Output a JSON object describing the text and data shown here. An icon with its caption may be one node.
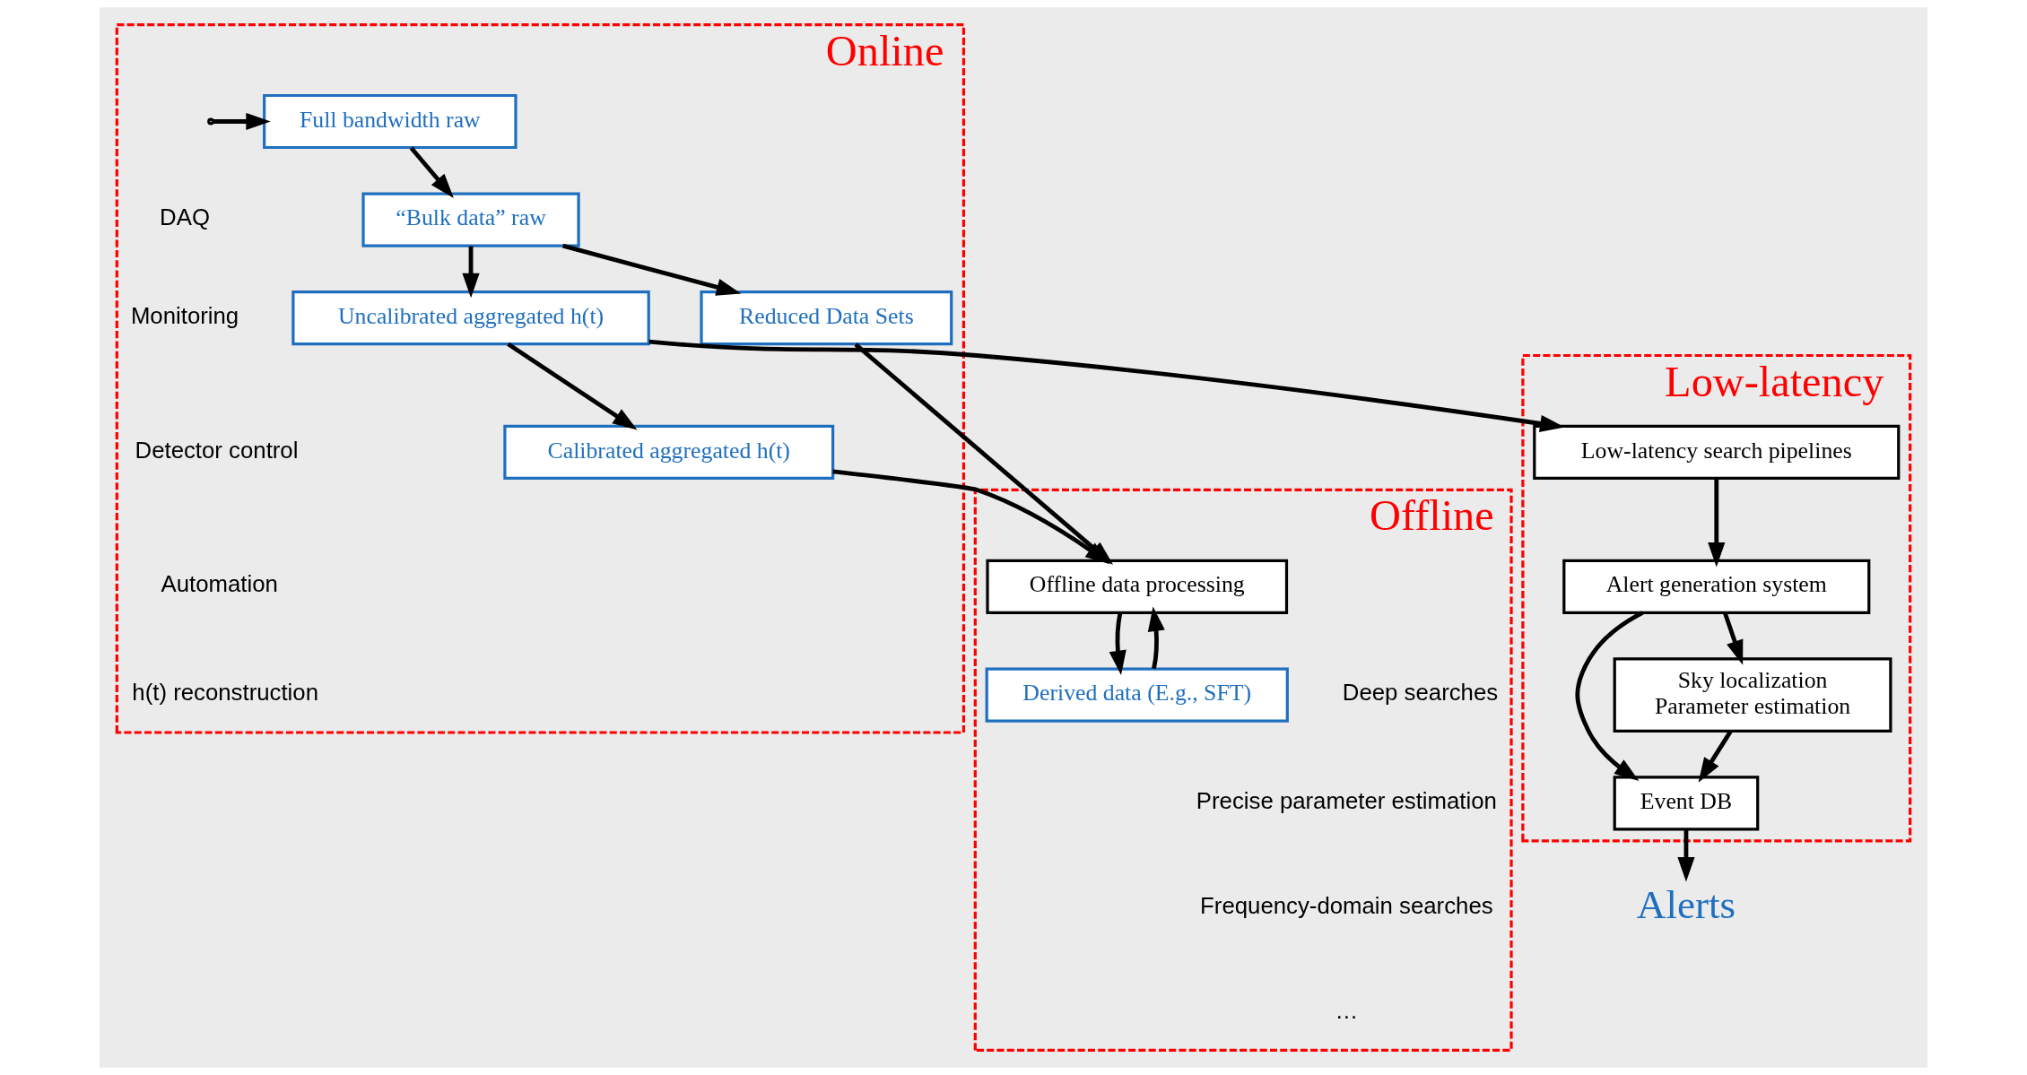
{
  "diagram": {
    "nodes": [
      {
        "text": [
          "Online"
        ]
      },
      {
        "text": [
          "Full bandwidth raw"
        ],
        "in": 0
      },
      {
        "text": [
          "“Bulk data” raw"
        ],
        "in": 0
      },
      {
        "text": [
          "Uncalibrated aggregated h(t)"
        ],
        "in": 0
      },
      {
        "text": [
          "Calibrated aggregated h(t)"
        ],
        "in": 0
      },
      {
        "text": [
          "Reduced Data Sets"
        ],
        "in": 0
      },
      {
        "text": [
          "Low-latency"
        ]
      },
      {
        "text": [
          "Low-latency search pipelines"
        ],
        "in": 6
      },
      {
        "text": [
          "Alert generation system"
        ],
        "in": 6
      },
      {
        "text": [
          "Sky localization",
          "Parameter estimation"
        ],
        "in": 6
      },
      {
        "text": [
          "Event DB"
        ],
        "in": 6
      },
      {
        "text": [
          "Alerts"
        ]
      },
      {
        "text": [
          "Offline"
        ]
      },
      {
        "text": [
          "Offline data processing"
        ],
        "in": 12
      },
      {
        "text": [
          "Derived data (E.g., SFT)"
        ],
        "in": 12
      }
    ],
    "edges": [
      {
        "from": null,
        "to": 1,
        "arrow": "to"
      },
      {
        "from": 1,
        "to": 2,
        "arrow": "to"
      },
      {
        "from": 2,
        "to": 3,
        "arrow": "to"
      },
      {
        "from": 2,
        "to": 5,
        "arrow": "to"
      },
      {
        "from": 3,
        "to": 7,
        "arrow": "to"
      },
      {
        "from": 3,
        "to": 4,
        "arrow": "to"
      },
      {
        "from": 4,
        "to": 13,
        "arrow": "to"
      },
      {
        "from": 5,
        "to": 13,
        "arrow": "to"
      },
      {
        "from": 7,
        "to": 8,
        "arrow": "to"
      },
      {
        "from": 8,
        "to": 9,
        "arrow": "to"
      },
      {
        "from": 8,
        "to": 10,
        "arrow": "to"
      },
      {
        "from": 9,
        "to": 10,
        "arrow": "to"
      },
      {
        "from": 10,
        "to": 11,
        "arrow": "to"
      },
      {
        "from": 13,
        "to": 14,
        "arrow": "to"
      },
      {
        "from": 14,
        "to": 13,
        "arrow": "to"
      }
    ],
    "labels": [
      "DAQ",
      "Monitoring",
      "Detector control",
      "Automation",
      "h(t) reconstruction",
      "Deep searches",
      "Precise parameter estimation",
      "Frequency-domain searches",
      "…"
    ]
  }
}
